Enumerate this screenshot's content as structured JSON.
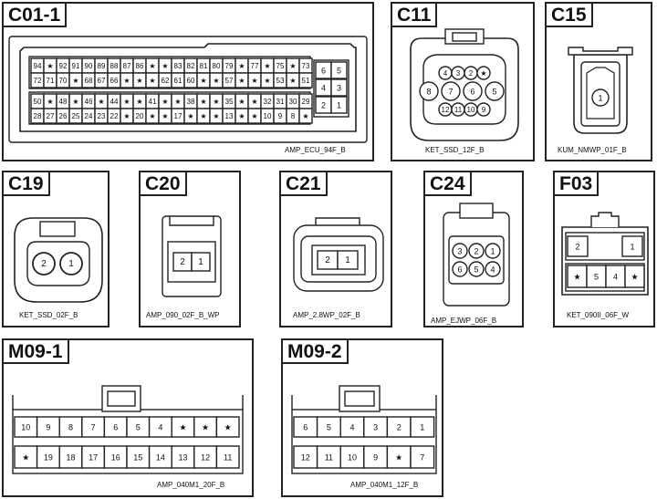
{
  "connectors": {
    "c01_1": {
      "id": "C01-1",
      "code": "AMP_ECU_94F_B",
      "rows": [
        [
          "94",
          "★",
          "92",
          "91",
          "90",
          "89",
          "88",
          "87",
          "86",
          "★",
          "★",
          "83",
          "82",
          "81",
          "80",
          "79",
          "★",
          "77",
          "★",
          "75",
          "★",
          "73"
        ],
        [
          "72",
          "71",
          "70",
          "★",
          "68",
          "67",
          "66",
          "★",
          "★",
          "★",
          "62",
          "61",
          "60",
          "★",
          "★",
          "57",
          "★",
          "★",
          "★",
          "53",
          "★",
          "51"
        ],
        [
          "50",
          "★",
          "48",
          "★",
          "46",
          "★",
          "44",
          "★",
          "★",
          "41",
          "★",
          "★",
          "38",
          "★",
          "★",
          "35",
          "★",
          "★",
          "32",
          "31",
          "30",
          "29"
        ],
        [
          "28",
          "27",
          "26",
          "25",
          "24",
          "23",
          "22",
          "★",
          "20",
          "★",
          "★",
          "17",
          "★",
          "★",
          "★",
          "13",
          "★",
          "★",
          "10",
          "9",
          "8",
          "★"
        ]
      ],
      "side": [
        [
          "6",
          "5"
        ],
        [
          "4",
          "3"
        ],
        [
          "2",
          "1"
        ]
      ]
    },
    "c11": {
      "id": "C11",
      "code": "KET_SSD_12F_B",
      "row1": [
        "4",
        "3",
        "2",
        "★"
      ],
      "row2": [
        "8",
        "7",
        "6",
        "5"
      ],
      "row3": [
        "12",
        "11",
        "10",
        "9"
      ]
    },
    "c15": {
      "id": "C15",
      "code": "KUM_NMWP_01F_B",
      "pins": [
        "1"
      ]
    },
    "c19": {
      "id": "C19",
      "code": "KET_SSD_02F_B",
      "pins": [
        "2",
        "1"
      ]
    },
    "c20": {
      "id": "C20",
      "code": "AMP_090_02F_B_WP",
      "pins": [
        "2",
        "1"
      ]
    },
    "c21": {
      "id": "C21",
      "code": "AMP_2.8WP_02F_B",
      "pins": [
        "2",
        "1"
      ]
    },
    "c24": {
      "id": "C24",
      "code": "AMP_EJWP_06F_B",
      "row1": [
        "3",
        "2",
        "1"
      ],
      "row2": [
        "6",
        "5",
        "4"
      ]
    },
    "f03": {
      "id": "F03",
      "code": "KET_090II_06F_W",
      "row1": [
        "2",
        "1"
      ],
      "row2": [
        "★",
        "5",
        "4",
        "★"
      ]
    },
    "m09_1": {
      "id": "M09-1",
      "code": "AMP_040M1_20F_B",
      "row1": [
        "10",
        "9",
        "8",
        "7",
        "6",
        "5",
        "4",
        "★",
        "★",
        "★"
      ],
      "row2": [
        "★",
        "19",
        "18",
        "17",
        "16",
        "15",
        "14",
        "13",
        "12",
        "11"
      ]
    },
    "m09_2": {
      "id": "M09-2",
      "code": "AMP_040M1_12F_B",
      "row1": [
        "6",
        "5",
        "4",
        "3",
        "2",
        "1"
      ],
      "row2": [
        "12",
        "11",
        "10",
        "9",
        "★",
        "7"
      ]
    }
  }
}
